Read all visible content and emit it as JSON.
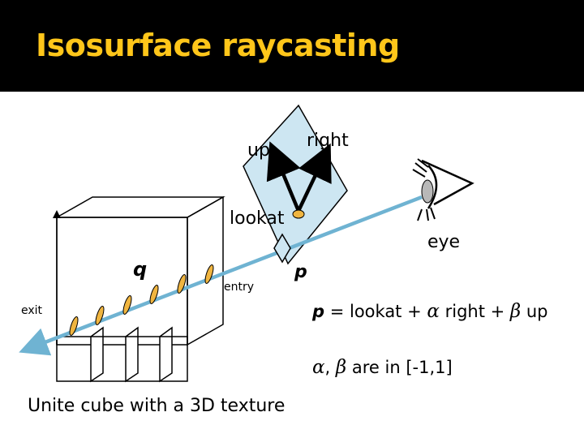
{
  "slide": {
    "title": "Isosurface raycasting",
    "footer": "Unite cube with a 3D texture"
  },
  "labels": {
    "up": "up",
    "right": "right",
    "lookat": "lookat",
    "eye": "eye",
    "q": "q",
    "p": "p",
    "entry": "entry",
    "exit": "exit"
  },
  "equation": {
    "p": "p",
    "eq_lookat": " = lookat + ",
    "alpha": "α",
    "right_plus": " right + ",
    "beta": "β",
    "up": " up"
  },
  "range": {
    "alpha": "α",
    "comma": ", ",
    "beta": "β",
    "text": " are in [-1,1]"
  },
  "colors": {
    "title_bg": "#000000",
    "title_text": "#ffc61a",
    "ray": "#6fb3d2",
    "plane_fill": "#cde6f2",
    "sample_fill": "#f0b540",
    "lookat_point": "#f0b540"
  },
  "icons": {
    "eye": "eye-icon"
  }
}
